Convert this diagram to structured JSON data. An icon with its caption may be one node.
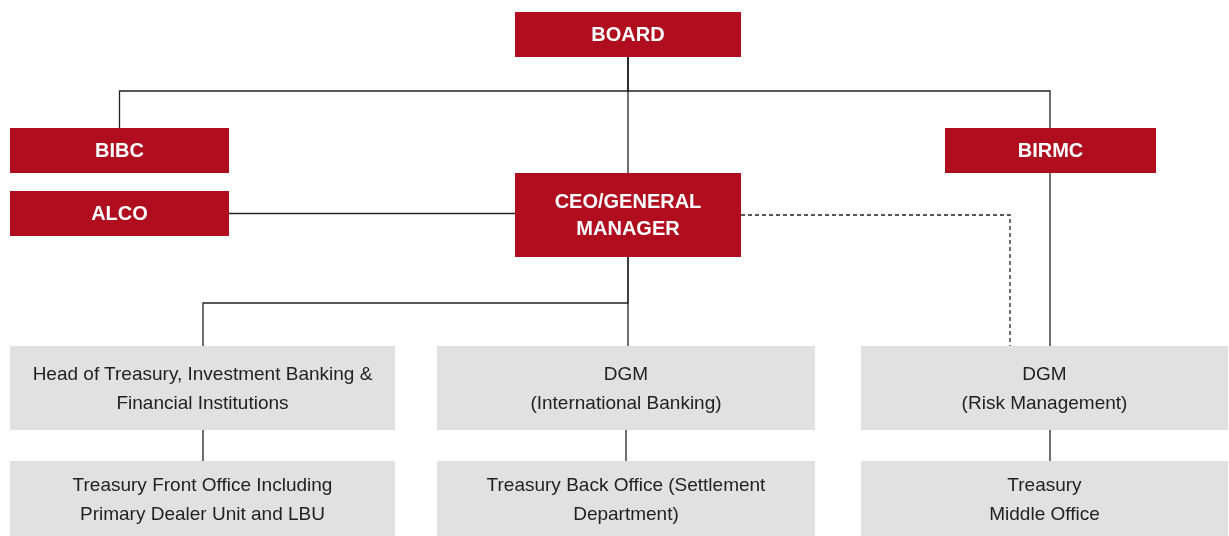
{
  "diagram": {
    "nodes": [
      {
        "text": [
          "BOARD"
        ]
      },
      {
        "text": [
          "BIBC"
        ]
      },
      {
        "text": [
          "ALCO"
        ]
      },
      {
        "text": [
          "CEO/GENERAL MANAGER"
        ]
      },
      {
        "text": [
          "BIRMC"
        ]
      },
      {
        "text": [
          "Head of Treasury, Investment Banking & Financial Institutions"
        ]
      },
      {
        "text": [
          "DGM",
          "(International Banking)"
        ]
      },
      {
        "text": [
          "DGM",
          "(Risk Management)"
        ]
      },
      {
        "text": [
          "Treasury Front Office Including Primary Dealer Unit and LBU"
        ]
      },
      {
        "text": [
          "Treasury Back Office (Settlement Department)"
        ]
      },
      {
        "text": [
          "Treasury Middle Office"
        ]
      }
    ],
    "edges": [
      {
        "from": 0,
        "to": 1,
        "arrow": "none"
      },
      {
        "from": 0,
        "to": 4,
        "arrow": "none"
      },
      {
        "from": 0,
        "to": 3,
        "arrow": "none"
      },
      {
        "from": 2,
        "to": 3,
        "arrow": "none"
      },
      {
        "from": 3,
        "to": 5,
        "arrow": "none"
      },
      {
        "from": 3,
        "to": 6,
        "arrow": "none"
      },
      {
        "from": 3,
        "to": 7,
        "arrow": "none",
        "style": "dashed"
      },
      {
        "from": 4,
        "to": 7,
        "arrow": "none"
      },
      {
        "from": 5,
        "to": 8,
        "arrow": "none"
      },
      {
        "from": 6,
        "to": 9,
        "arrow": "none"
      },
      {
        "from": 7,
        "to": 10,
        "arrow": "none"
      }
    ]
  }
}
